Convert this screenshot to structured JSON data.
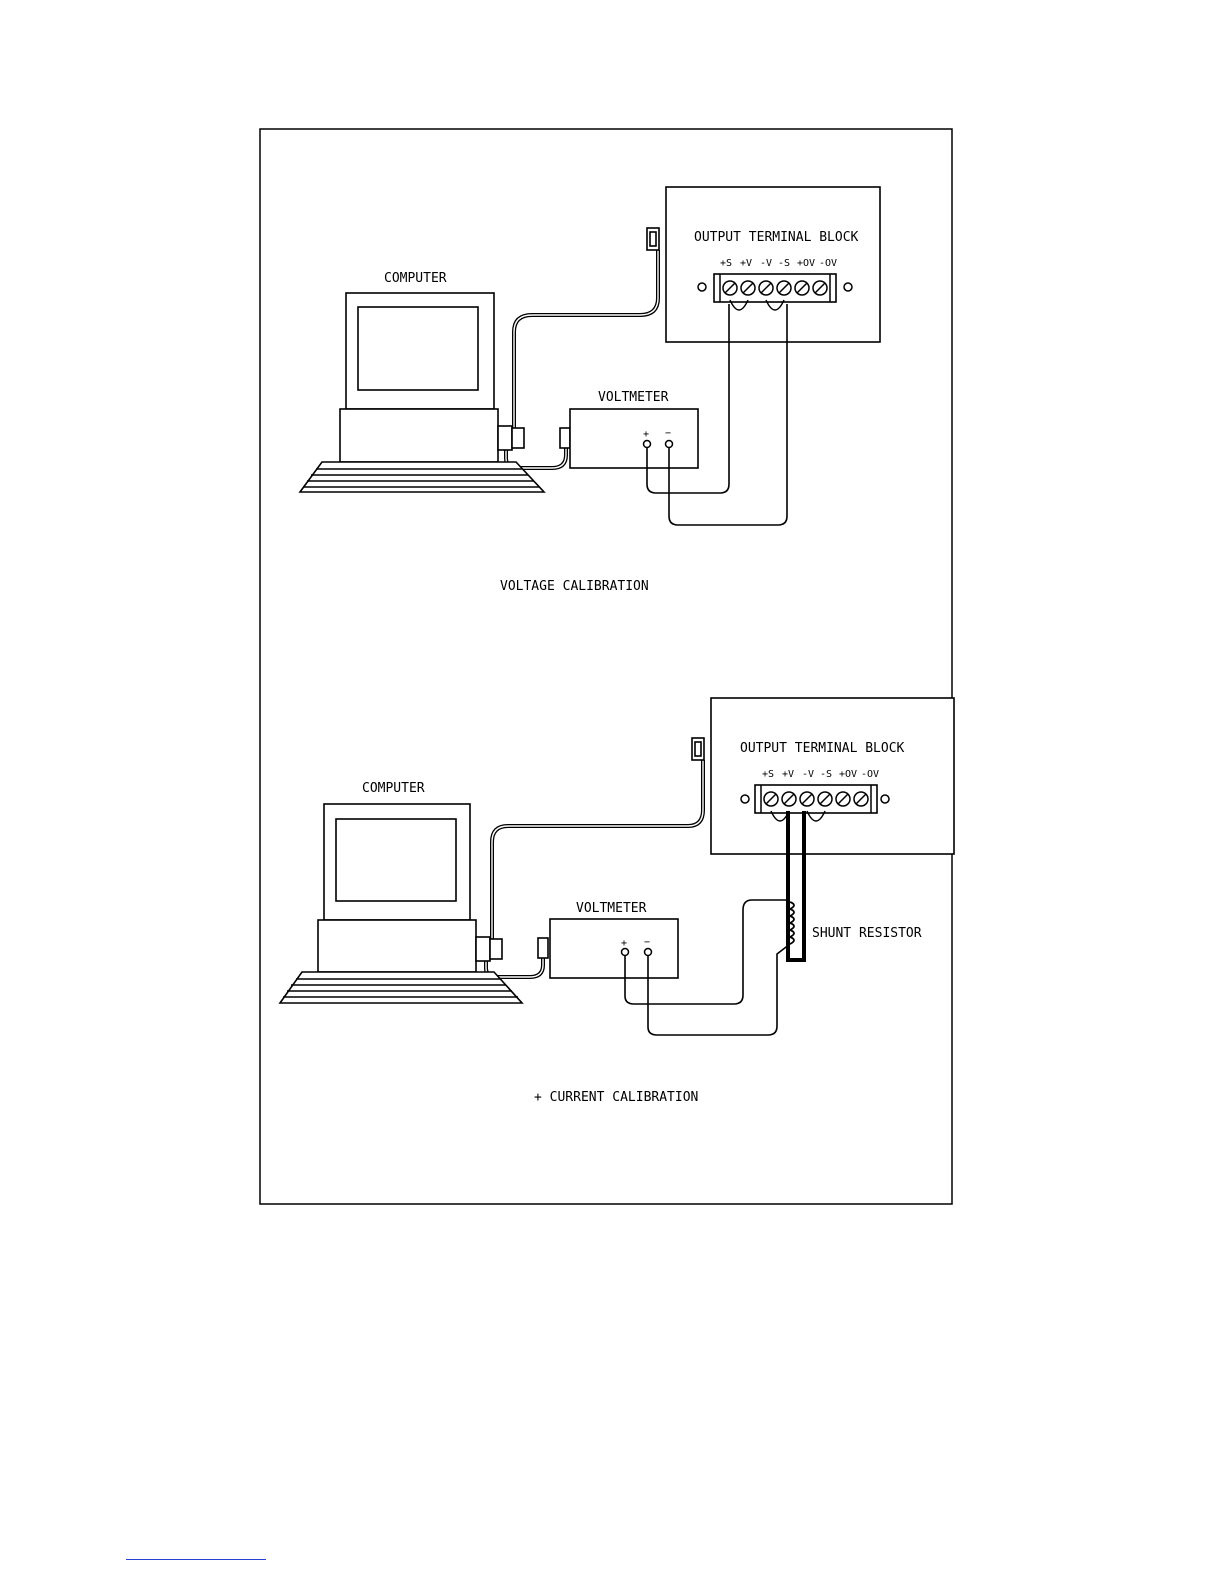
{
  "figure": {
    "top_diagram": {
      "computer_label": "COMPUTER",
      "voltmeter_label": "VOLTMETER",
      "terminal_block_title": "OUTPUT TERMINAL BLOCK",
      "terminal_labels": [
        "+S",
        "+V",
        "-V",
        "-S",
        "+OV",
        "-OV"
      ],
      "voltmeter_plus": "+",
      "voltmeter_minus": "−",
      "caption": "VOLTAGE CALIBRATION"
    },
    "bottom_diagram": {
      "computer_label": "COMPUTER",
      "voltmeter_label": "VOLTMETER",
      "terminal_block_title": "OUTPUT TERMINAL BLOCK",
      "terminal_labels": [
        "+S",
        "+V",
        "-V",
        "-S",
        "+OV",
        "-OV"
      ],
      "voltmeter_plus": "+",
      "voltmeter_minus": "−",
      "shunt_label": "SHUNT RESISTOR",
      "caption": "+ CURRENT CALIBRATION"
    }
  }
}
